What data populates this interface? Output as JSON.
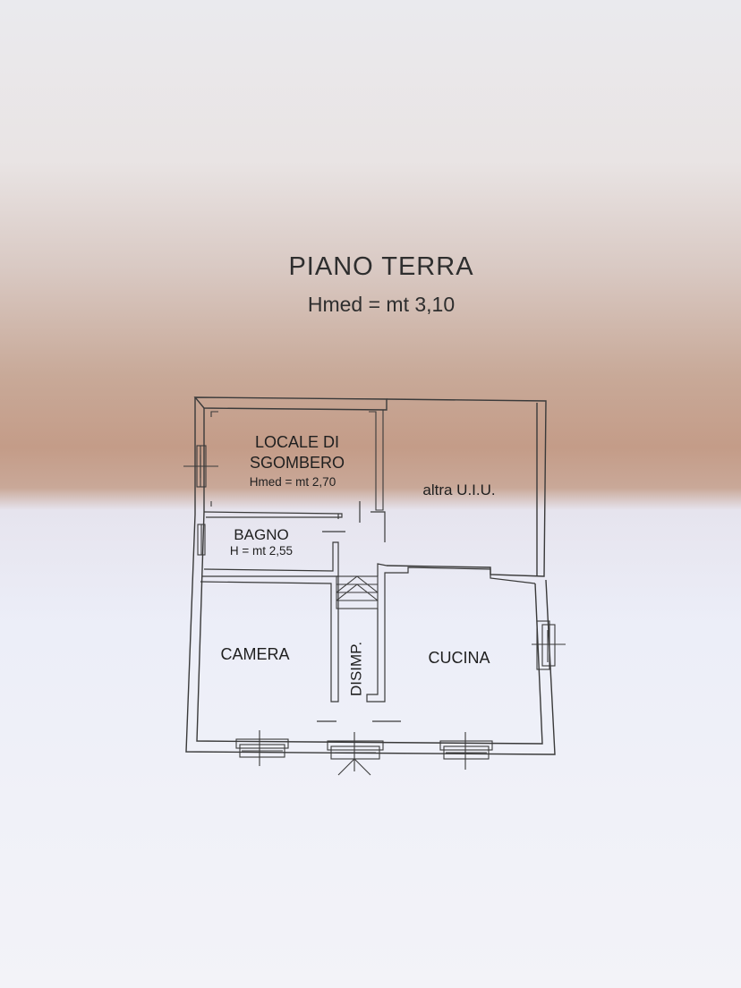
{
  "header": {
    "title": "PIANO TERRA",
    "subtitle": "Hmed = mt 3,10"
  },
  "rooms": {
    "locale": {
      "name_line1": "LOCALE DI",
      "name_line2": "SGOMBERO",
      "height": "Hmed = mt 2,70"
    },
    "altra": {
      "name": "altra U.I.U."
    },
    "bagno": {
      "name": "BAGNO",
      "height": "H = mt 2,55"
    },
    "camera": {
      "name": "CAMERA"
    },
    "disimp": {
      "name": "DISIMP."
    },
    "cucina": {
      "name": "CUCINA"
    }
  }
}
